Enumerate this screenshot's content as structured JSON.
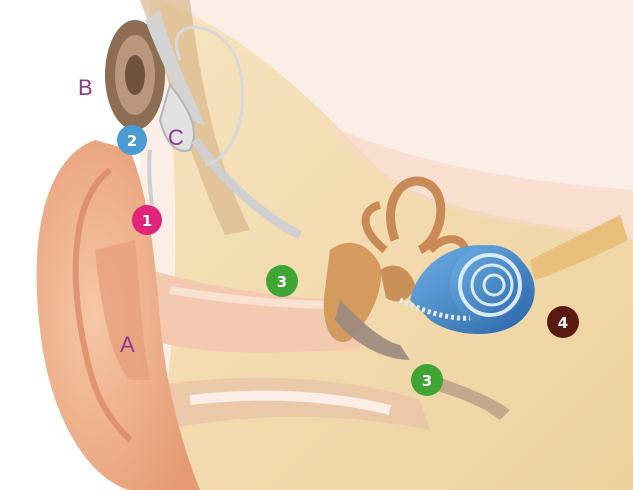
{
  "labels": {
    "letters": [
      "B",
      "C",
      "A"
    ],
    "markers": [
      "1",
      "2",
      "3",
      "3",
      "4"
    ]
  },
  "colors": {
    "letter": "#8a3a8f",
    "marker_1": "#e0247a",
    "marker_2": "#4a9ad4",
    "marker_3": "#3fa535",
    "marker_4": "#5a1a14",
    "skin": "#f1b38c",
    "tissue": "#f2d8a6",
    "cochlea": "#3b7fc4"
  }
}
